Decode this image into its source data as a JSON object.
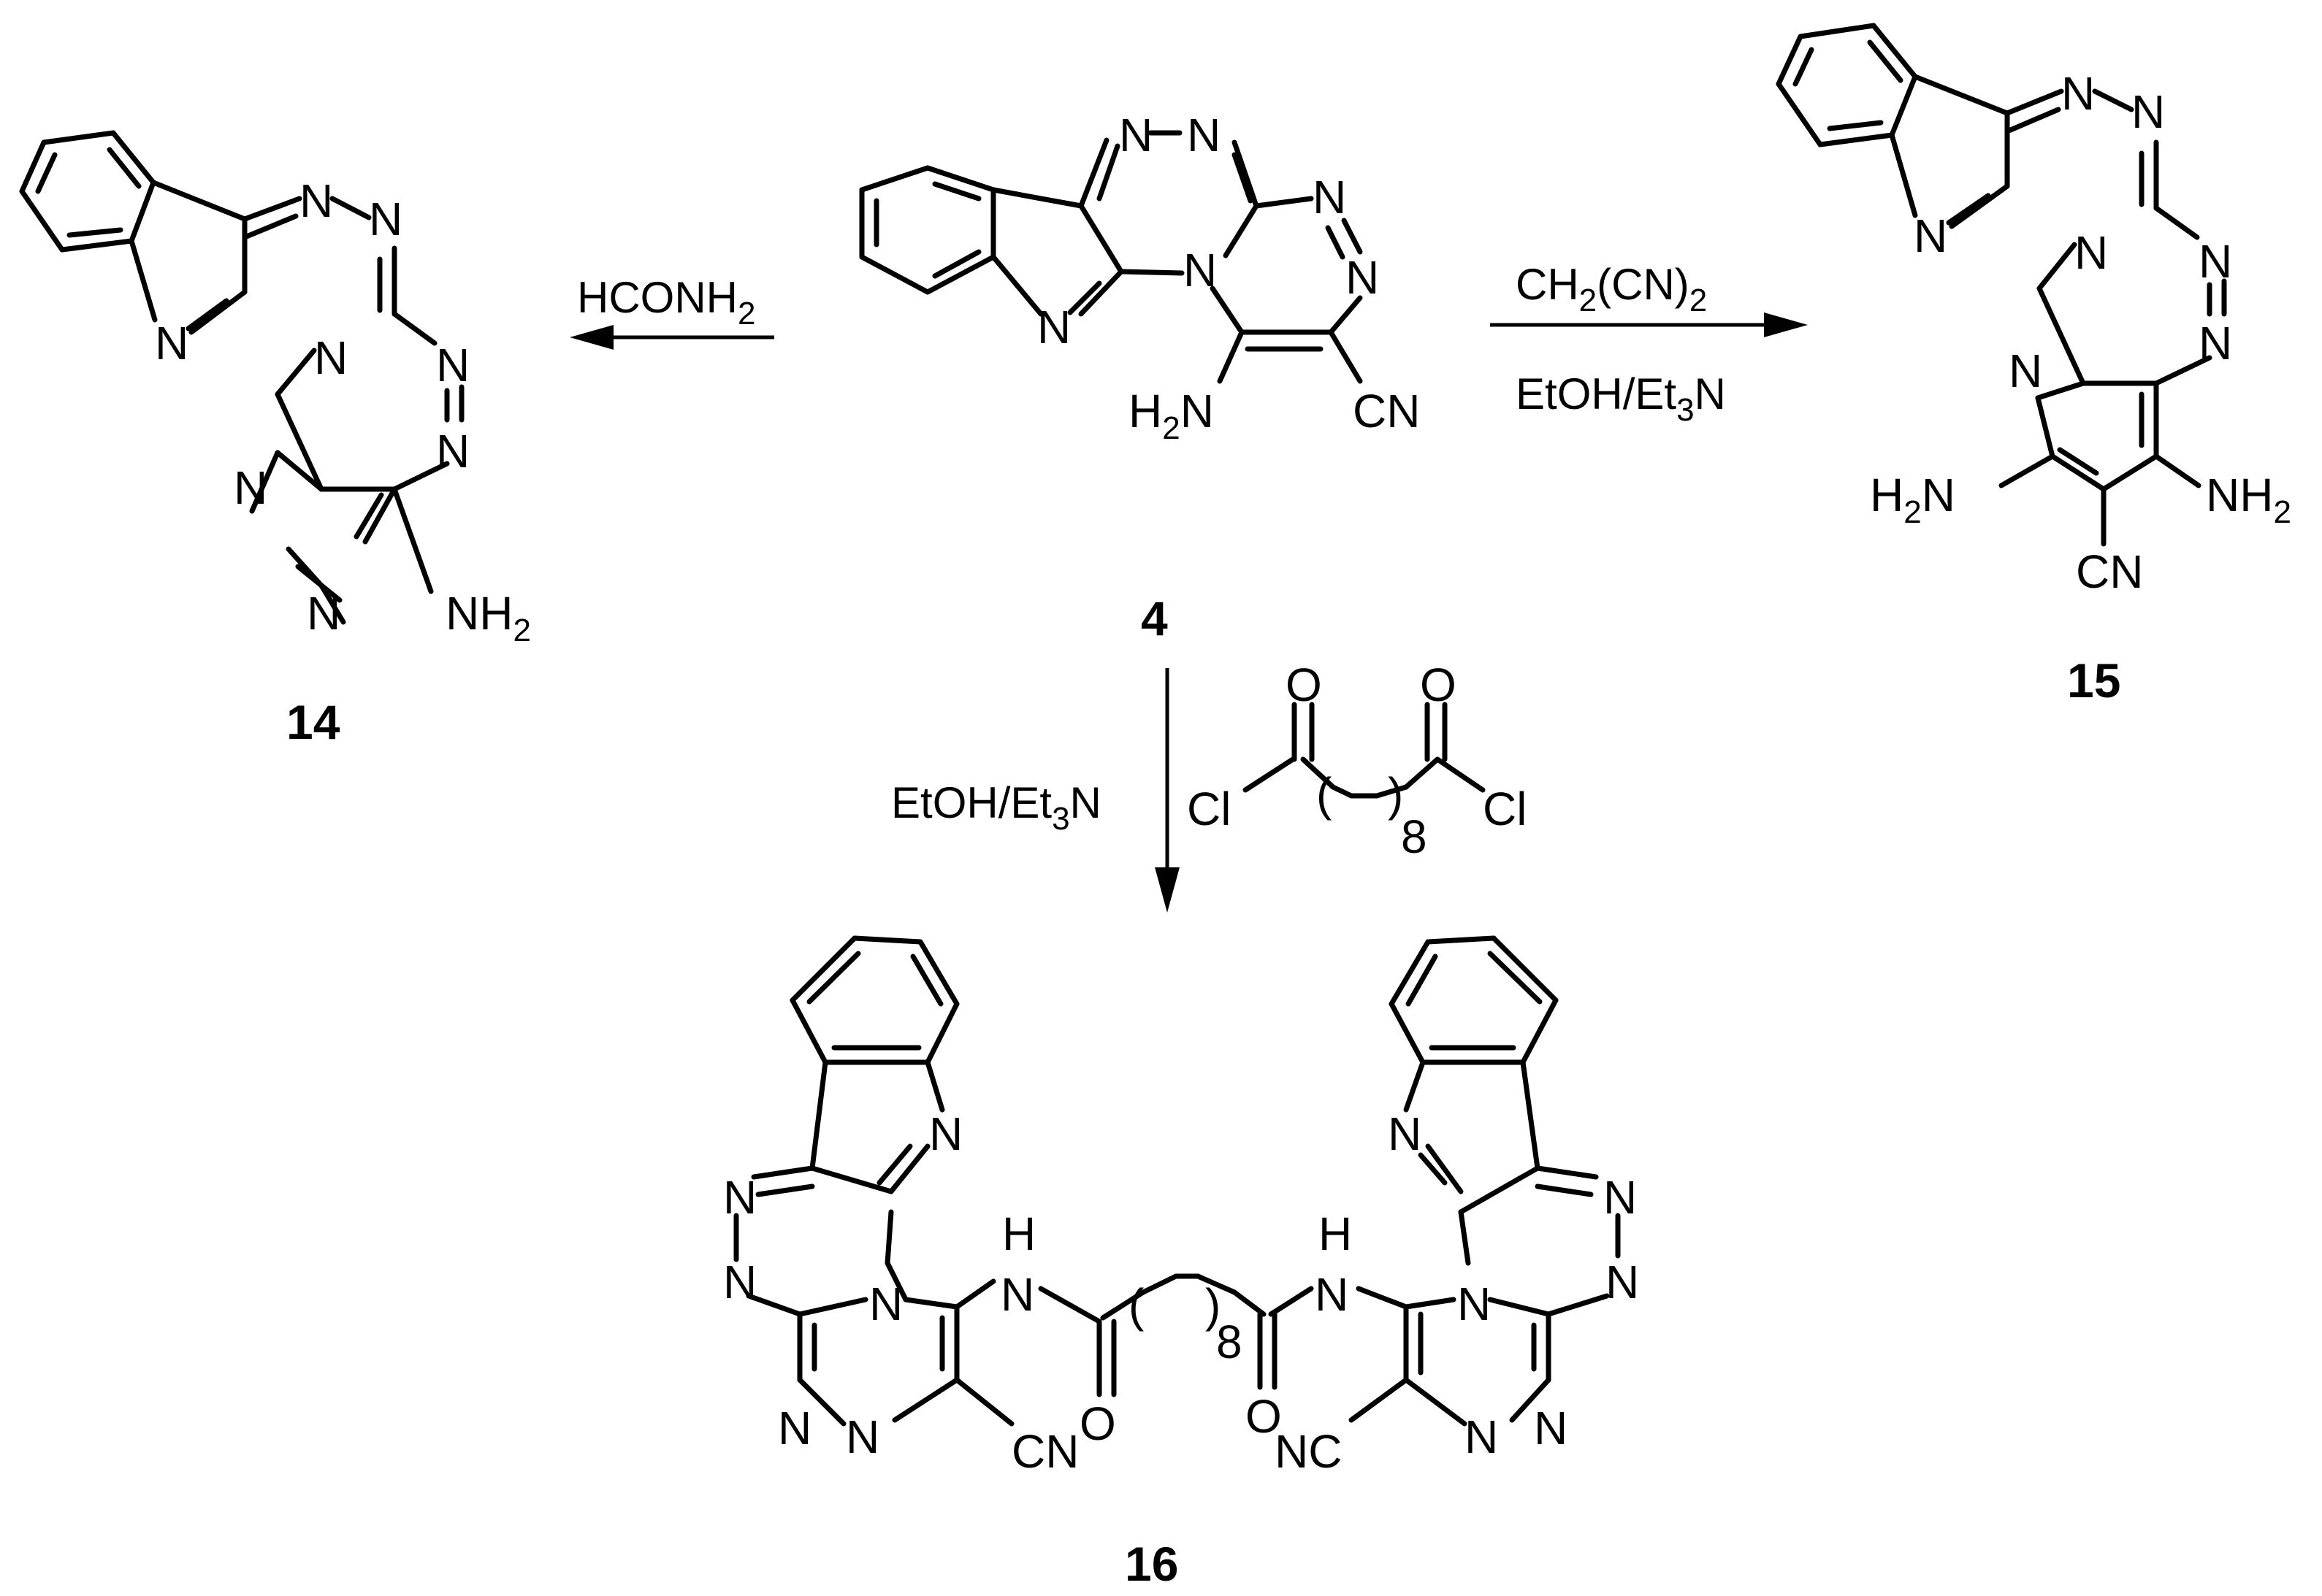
{
  "compounds": {
    "start": {
      "id": "4",
      "amino": "H",
      "amino_sub": "2",
      "amino_tail": "N",
      "nitrile": "CN"
    },
    "p14": {
      "id": "14",
      "amino": "NH",
      "amino_sub": "2"
    },
    "p15": {
      "id": "15",
      "amino_left": "H",
      "amino_left_sub": "2",
      "amino_left_tail": "N",
      "amino_right": "NH",
      "amino_right_sub": "2",
      "nitrile": "CN"
    },
    "p16": {
      "id": "16",
      "nh_h": "H",
      "nh_n": "N",
      "oxygen": "O",
      "nitrile_left": "CN",
      "nitrile_right": "NC",
      "repeat": "8"
    }
  },
  "atoms": {
    "N": "N"
  },
  "reagents": {
    "left": {
      "text": "HCONH",
      "sub": "2"
    },
    "right_top": {
      "pre": "CH",
      "sub1": "2",
      "mid": "(CN)",
      "sub2": "2"
    },
    "right_bottom": {
      "pre": "EtOH/Et",
      "sub": "3",
      "post": "N"
    },
    "down_solvent": {
      "pre": "EtOH/Et",
      "sub": "3",
      "post": "N"
    },
    "down_reagent": {
      "oxygen": "O",
      "chlorine": "Cl",
      "repeat": "8"
    }
  },
  "colors": {
    "ink": "#000000",
    "background": "#ffffff"
  }
}
